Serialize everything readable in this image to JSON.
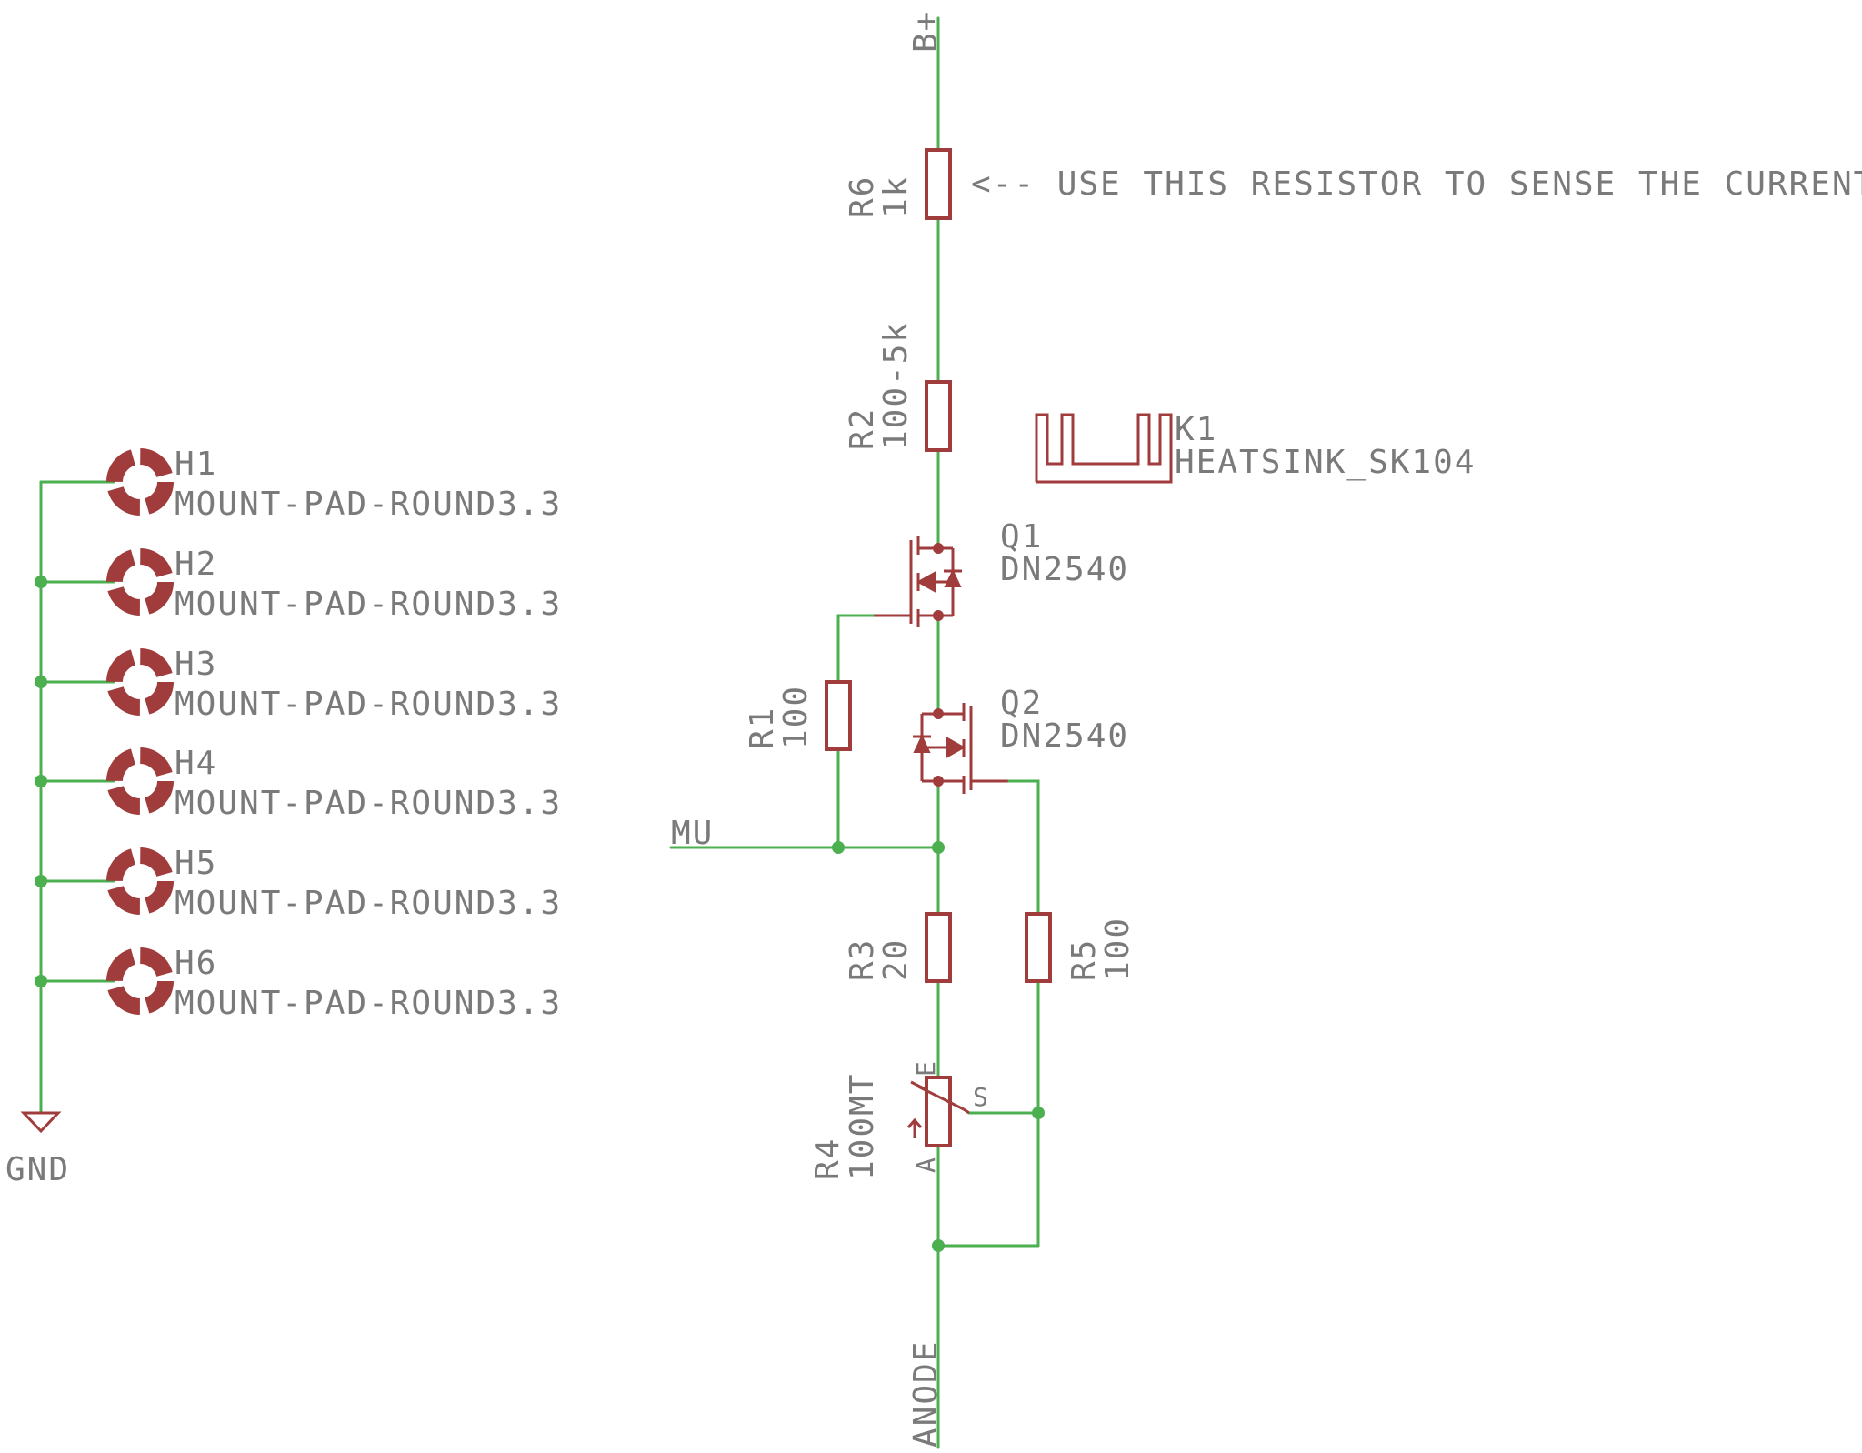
{
  "supply": {
    "net_top": "B+",
    "net_bottom": "ANODE",
    "net_input": "MU",
    "ground": "GND"
  },
  "note": "<-- USE THIS RESISTOR TO SENSE THE CURRENT",
  "resistors": {
    "r6": {
      "ref": "R6",
      "value": "1k"
    },
    "r2": {
      "ref": "R2",
      "value": "100-5k"
    },
    "r1": {
      "ref": "R1",
      "value": "100"
    },
    "r3": {
      "ref": "R3",
      "value": "20"
    },
    "r5": {
      "ref": "R5",
      "value": "100"
    }
  },
  "trimmer": {
    "ref": "R4",
    "value": "100MT",
    "pin_a": "A",
    "pin_e": "E",
    "pin_s": "S"
  },
  "transistors": {
    "q1": {
      "ref": "Q1",
      "value": "DN2540"
    },
    "q2": {
      "ref": "Q2",
      "value": "DN2540"
    }
  },
  "heatsink": {
    "ref": "K1",
    "value": "HEATSINK_SK104"
  },
  "mount_pads": [
    {
      "ref": "H1",
      "value": "MOUNT-PAD-ROUND3.3"
    },
    {
      "ref": "H2",
      "value": "MOUNT-PAD-ROUND3.3"
    },
    {
      "ref": "H3",
      "value": "MOUNT-PAD-ROUND3.3"
    },
    {
      "ref": "H4",
      "value": "MOUNT-PAD-ROUND3.3"
    },
    {
      "ref": "H5",
      "value": "MOUNT-PAD-ROUND3.3"
    },
    {
      "ref": "H6",
      "value": "MOUNT-PAD-ROUND3.3"
    }
  ],
  "colors": {
    "wire": "#4caf50",
    "part": "#a03c3c",
    "text": "#7a7a7a",
    "background": "#ffffff"
  }
}
